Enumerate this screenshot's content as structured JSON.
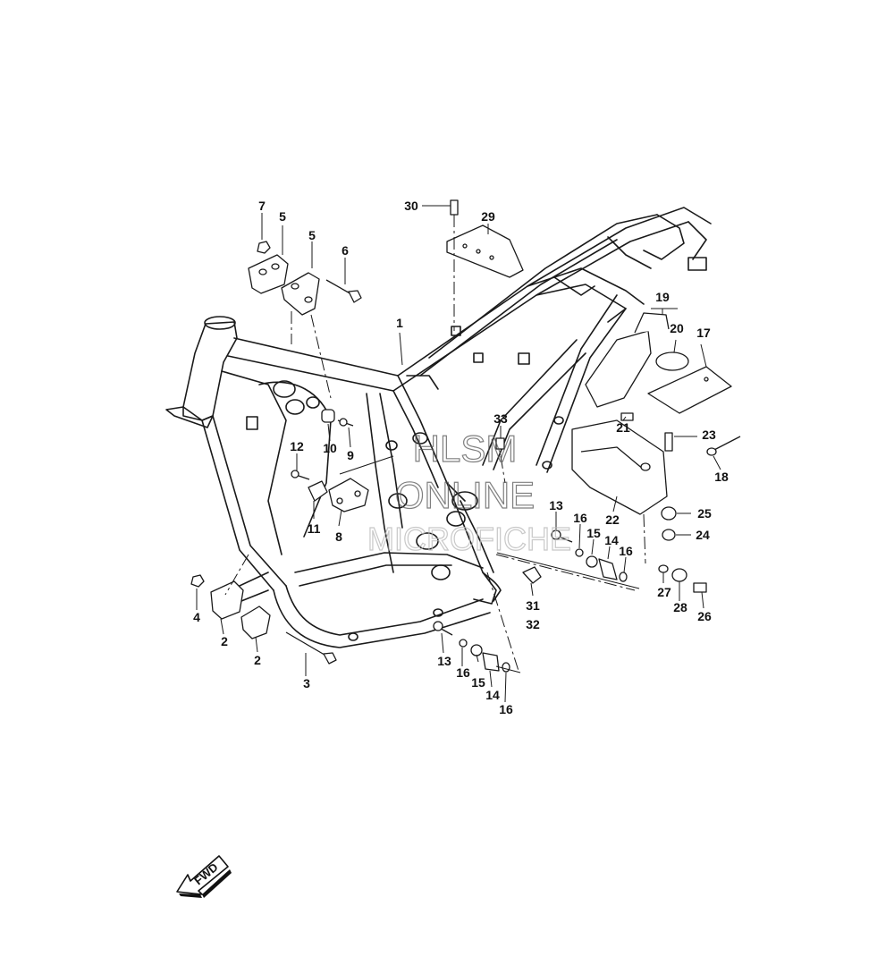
{
  "callouts": [
    {
      "id": "c1",
      "label": "1"
    },
    {
      "id": "c2a",
      "label": "2"
    },
    {
      "id": "c2b",
      "label": "2"
    },
    {
      "id": "c3",
      "label": "3"
    },
    {
      "id": "c4",
      "label": "4"
    },
    {
      "id": "c5a",
      "label": "5"
    },
    {
      "id": "c5b",
      "label": "5"
    },
    {
      "id": "c6",
      "label": "6"
    },
    {
      "id": "c7",
      "label": "7"
    },
    {
      "id": "c8",
      "label": "8"
    },
    {
      "id": "c9",
      "label": "9"
    },
    {
      "id": "c10",
      "label": "10"
    },
    {
      "id": "c11",
      "label": "11"
    },
    {
      "id": "c12",
      "label": "12"
    },
    {
      "id": "c13a",
      "label": "13"
    },
    {
      "id": "c13b",
      "label": "13"
    },
    {
      "id": "c14a",
      "label": "14"
    },
    {
      "id": "c14b",
      "label": "14"
    },
    {
      "id": "c15a",
      "label": "15"
    },
    {
      "id": "c15b",
      "label": "15"
    },
    {
      "id": "c16a",
      "label": "16"
    },
    {
      "id": "c16b",
      "label": "16"
    },
    {
      "id": "c16c",
      "label": "16"
    },
    {
      "id": "c16d",
      "label": "16"
    },
    {
      "id": "c17",
      "label": "17"
    },
    {
      "id": "c18",
      "label": "18"
    },
    {
      "id": "c19",
      "label": "19"
    },
    {
      "id": "c20",
      "label": "20"
    },
    {
      "id": "c21",
      "label": "21"
    },
    {
      "id": "c22",
      "label": "22"
    },
    {
      "id": "c23",
      "label": "23"
    },
    {
      "id": "c24",
      "label": "24"
    },
    {
      "id": "c25",
      "label": "25"
    },
    {
      "id": "c26",
      "label": "26"
    },
    {
      "id": "c27",
      "label": "27"
    },
    {
      "id": "c28",
      "label": "28"
    },
    {
      "id": "c29",
      "label": "29"
    },
    {
      "id": "c30",
      "label": "30"
    },
    {
      "id": "c31",
      "label": "31"
    },
    {
      "id": "c32",
      "label": "32"
    },
    {
      "id": "c33",
      "label": "33"
    }
  ],
  "watermark": {
    "line1": "HLSM",
    "line2": "ONLINE",
    "line3": "MICROFICHE"
  },
  "direction_marker": {
    "label": "FWD",
    "icon": "fwd-arrow-icon"
  }
}
